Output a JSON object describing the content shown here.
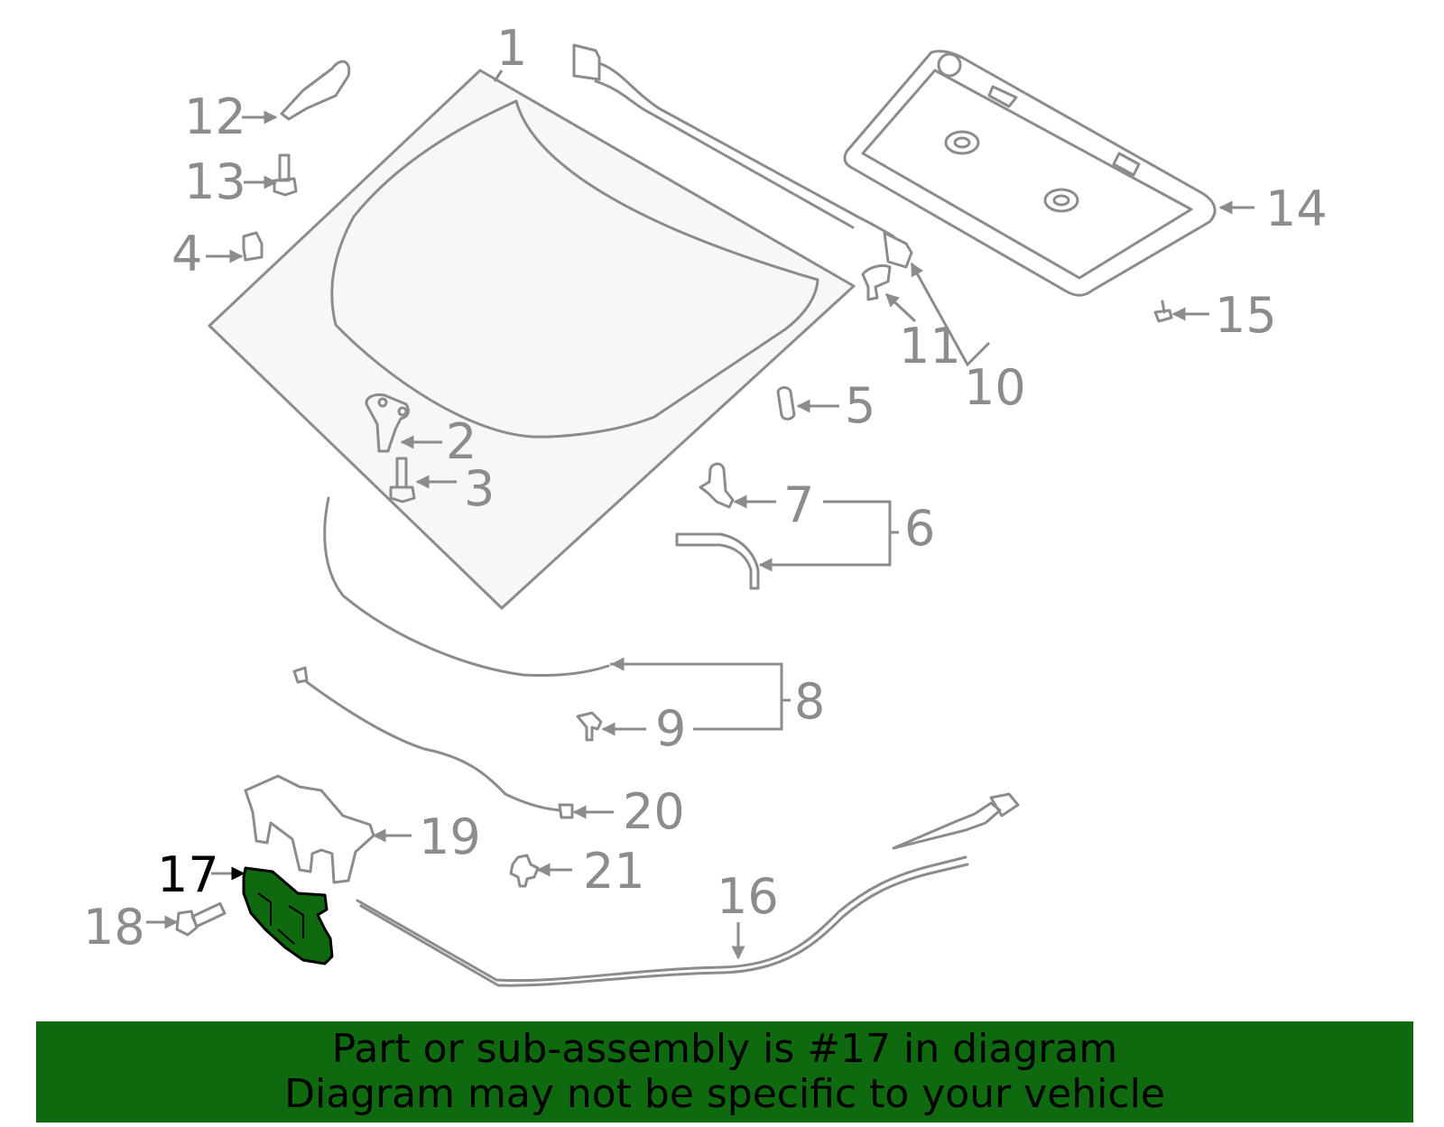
{
  "diagram": {
    "callouts": [
      "1",
      "2",
      "3",
      "4",
      "5",
      "6",
      "7",
      "8",
      "9",
      "10",
      "11",
      "12",
      "13",
      "14",
      "15",
      "16",
      "17",
      "18",
      "19",
      "20",
      "21"
    ],
    "highlighted_callout": "17",
    "highlight_color": "#0f6a0f",
    "part_color": "#8c8c8c"
  },
  "banner": {
    "line1": "Part or sub-assembly is #17 in diagram",
    "line2": "Diagram may not be specific to your vehicle",
    "background": "#0f6a0f"
  }
}
